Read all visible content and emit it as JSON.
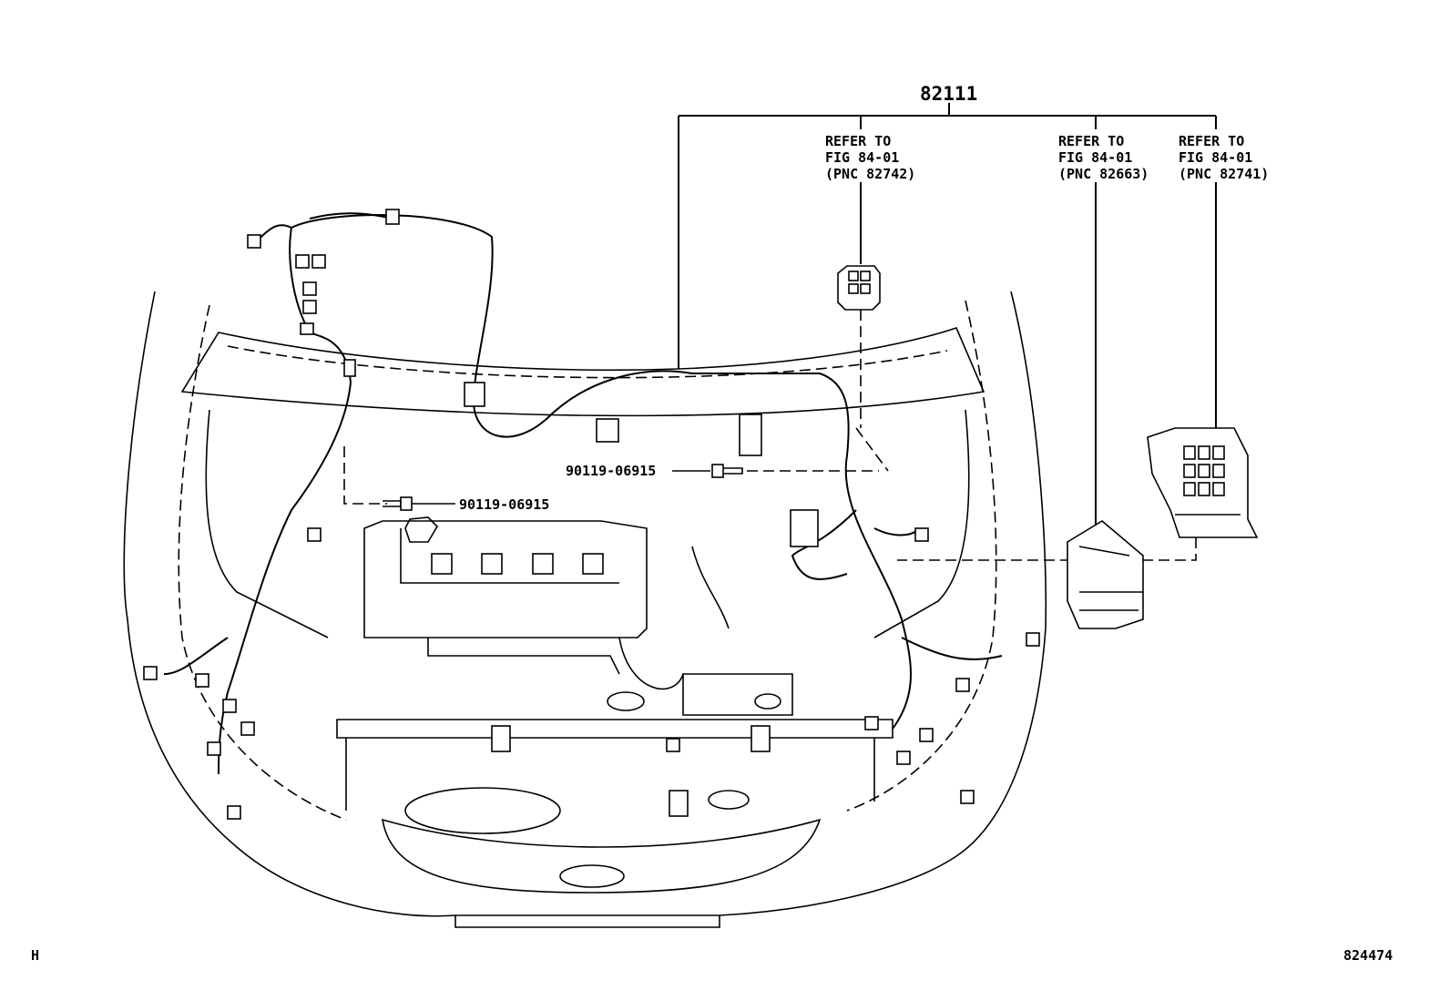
{
  "diagram": {
    "main_part_number": "82111",
    "references": [
      {
        "line1": "REFER TO",
        "line2": "FIG 84-01",
        "line3": "(PNC 82742)"
      },
      {
        "line1": "REFER TO",
        "line2": "FIG 84-01",
        "line3": "(PNC 82663)"
      },
      {
        "line1": "REFER TO",
        "line2": "FIG 84-01",
        "line3": "(PNC 82741)"
      }
    ],
    "bolts": [
      {
        "part_number": "90119-06915"
      },
      {
        "part_number": "90119-06915"
      }
    ],
    "corner_left": "H",
    "illustration_number": "824474"
  }
}
